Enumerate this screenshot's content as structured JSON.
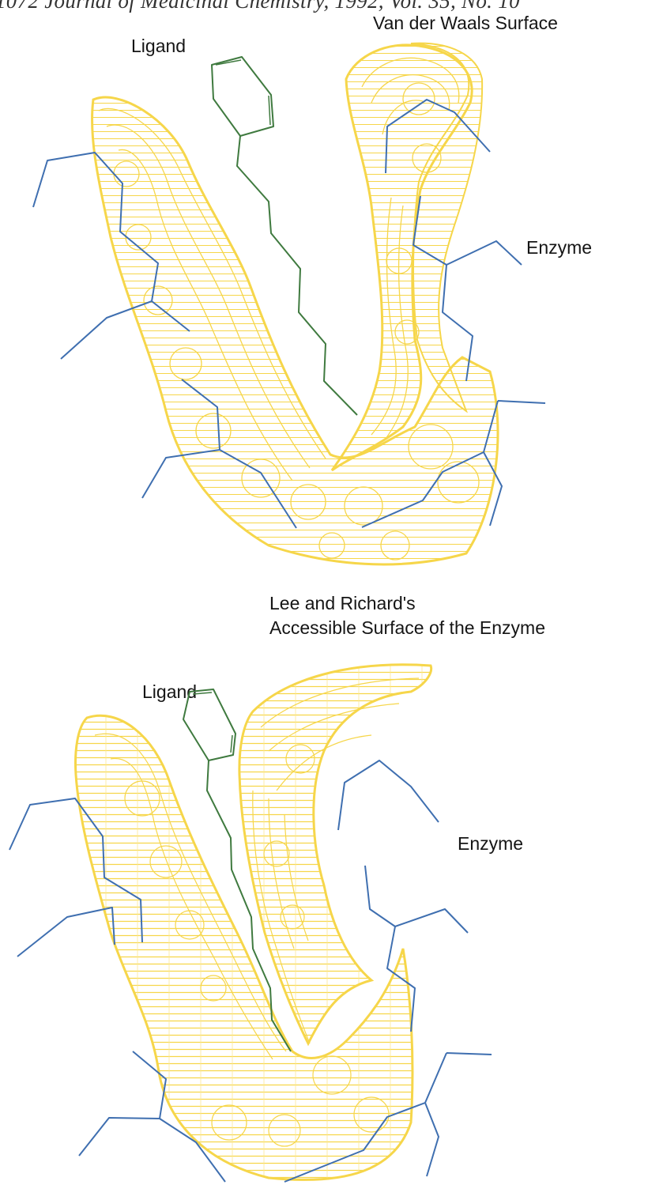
{
  "running_header": "1072  Journal of Medicinal Chemistry, 1992, Vol. 35, No. 10",
  "panels": [
    {
      "title_line1": "Van der Waals Surface",
      "title_line2": "",
      "ligand_label": "Ligand",
      "enzyme_label": "Enzyme"
    },
    {
      "title_line1": "Lee and Richard's",
      "title_line2": "Accessible Surface of the Enzyme",
      "ligand_label": "Ligand",
      "enzyme_label": "Enzyme"
    }
  ],
  "colors": {
    "surface_mesh": "#f6d64a",
    "surface_mesh_light": "#fbe892",
    "ligand": "#3f7a3f",
    "enzyme": "#3f6fb0",
    "text": "#151515"
  }
}
